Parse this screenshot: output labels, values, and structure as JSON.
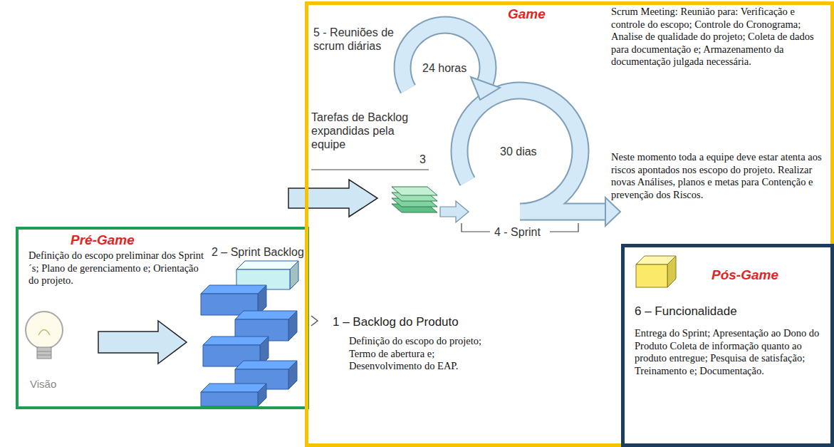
{
  "diagram": {
    "nodes": [
      {
        "text": [
          "Pré-Game",
          "Definição do escopo preliminar dos Sprint´s; Plano de gerenciamento e; Orientação do projeto."
        ]
      },
      {
        "text": [
          "Game",
          "Scrum Meeting: Reunião para: Verificação e controle do escopo; Controle do Cronograma; Analise de qualidade do projeto; Coleta de dados para documentação e; Armazenamento da documentação julgada necessária.",
          "Neste momento toda a equipe deve estar atenta aos riscos apontados nos escopo do projeto. Realizar novas Análises, planos e metas para Contenção e prevenção dos Riscos."
        ]
      },
      {
        "text": [
          "Pós-Game",
          "6 – Funcionalidade",
          "Entrega do Sprint; Apresentação ao Dono do Produto Coleta de informação quanto ao produto entregue; Pesquisa de satisfação; Treinamento e; Documentação."
        ]
      }
    ],
    "labels": [
      "5 - Reuniões de scrum diárias",
      "24 horas",
      "30 dias",
      "Tarefas de Backlog expandidas pela equipe",
      "2 – Sprint Backlog",
      "3",
      "4 - Sprint",
      "1 – Backlog do Produto",
      "Definição do escopo do projeto; Termo de abertura e; Desenvolvimento do EAP.",
      "Visão"
    ]
  }
}
